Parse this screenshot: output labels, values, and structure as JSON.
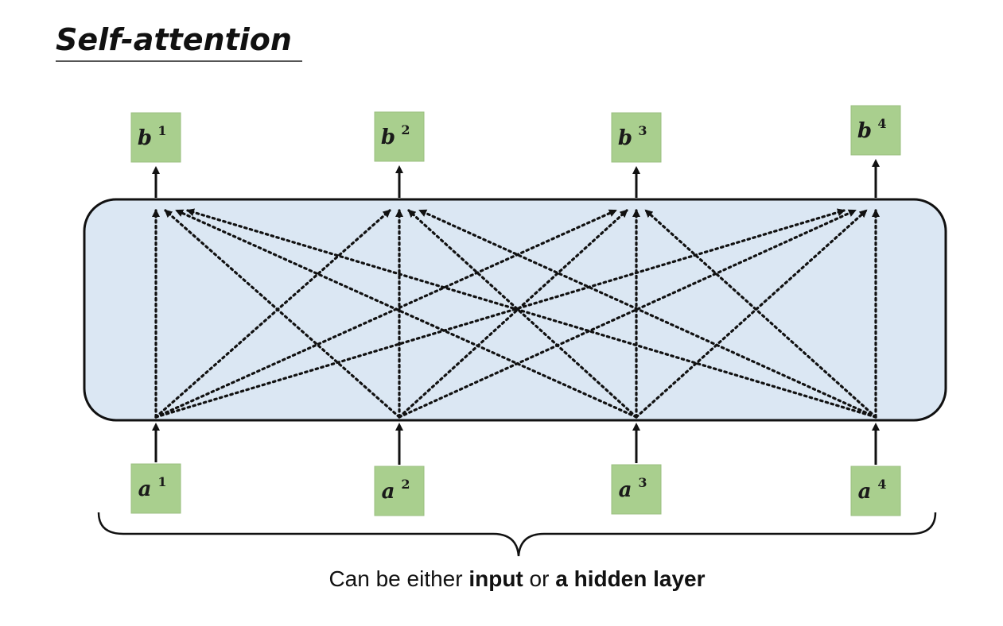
{
  "title": "Self-attention",
  "block": {
    "fill_color": "#dbe7f3",
    "name": "self-attention-layer"
  },
  "node_color": "#a9cf8e",
  "outputs": [
    {
      "base": "b",
      "sup": "1"
    },
    {
      "base": "b",
      "sup": "2"
    },
    {
      "base": "b",
      "sup": "3"
    },
    {
      "base": "b",
      "sup": "4"
    }
  ],
  "inputs": [
    {
      "base": "a",
      "sup": "1"
    },
    {
      "base": "a",
      "sup": "2"
    },
    {
      "base": "a",
      "sup": "3"
    },
    {
      "base": "a",
      "sup": "4"
    }
  ],
  "connections": "each input a^i connects to every output b^j (fully connected, dotted arrows)",
  "caption": {
    "part1": "Can be either ",
    "bold1": "input",
    "part2": " or ",
    "bold2": "a hidden layer"
  }
}
